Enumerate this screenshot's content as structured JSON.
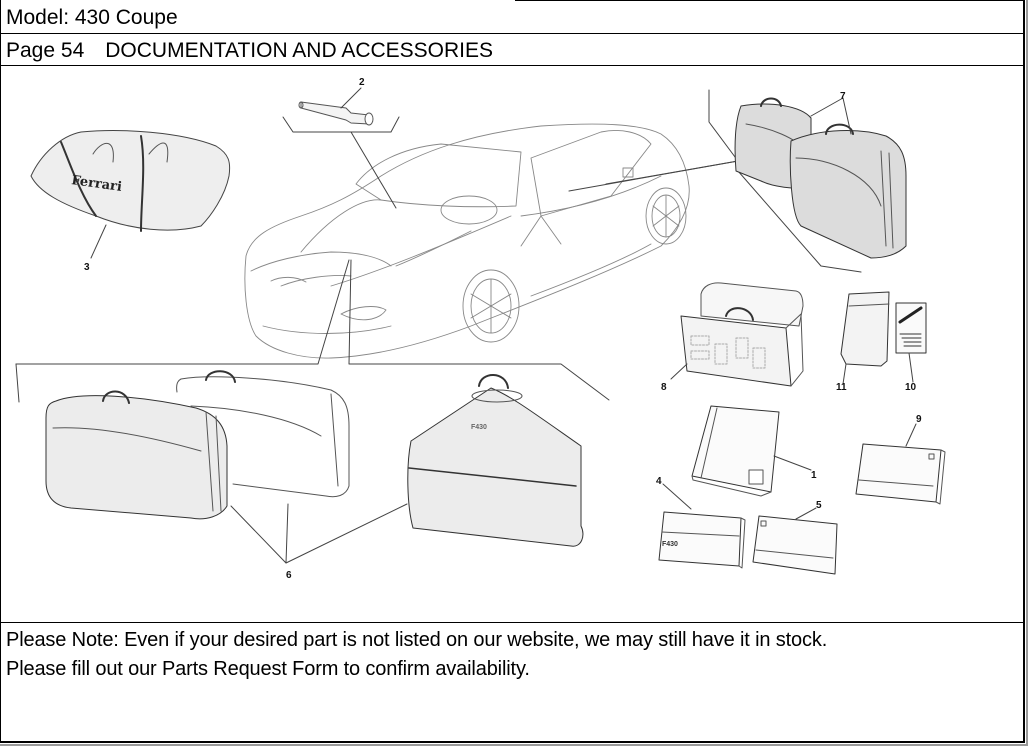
{
  "header": {
    "model_label": "Model:",
    "model_value": "430 Coupe",
    "page_label": "Page",
    "page_number": "54",
    "section_title": "DOCUMENTATION AND ACCESSORIES"
  },
  "diagram": {
    "callouts": [
      {
        "id": "1",
        "part": "manual-folder"
      },
      {
        "id": "2",
        "part": "flashlight"
      },
      {
        "id": "3",
        "part": "car-cover-bag"
      },
      {
        "id": "4",
        "part": "owner-booklet"
      },
      {
        "id": "5",
        "part": "service-booklet"
      },
      {
        "id": "6",
        "part": "luggage-set-with-garment-bag"
      },
      {
        "id": "7",
        "part": "rear-shelf-suitcases"
      },
      {
        "id": "8",
        "part": "first-aid-kit-case"
      },
      {
        "id": "9",
        "part": "warranty-booklet"
      },
      {
        "id": "10",
        "part": "battery-charger-leaflet"
      },
      {
        "id": "11",
        "part": "pouch"
      }
    ],
    "bag_logo_text": "Ferrari",
    "garment_bag_badge": "F430",
    "booklet_badge": "F430"
  },
  "note": {
    "line1": "Please Note: Even if your desired part is not listed on our website, we may still have it in stock.",
    "line2": "Please fill out our Parts Request Form to confirm availability."
  },
  "colors": {
    "border": "#000000",
    "line_art": "#555555",
    "fill_light": "#ececec",
    "fill_gray": "#dcdcdc"
  }
}
